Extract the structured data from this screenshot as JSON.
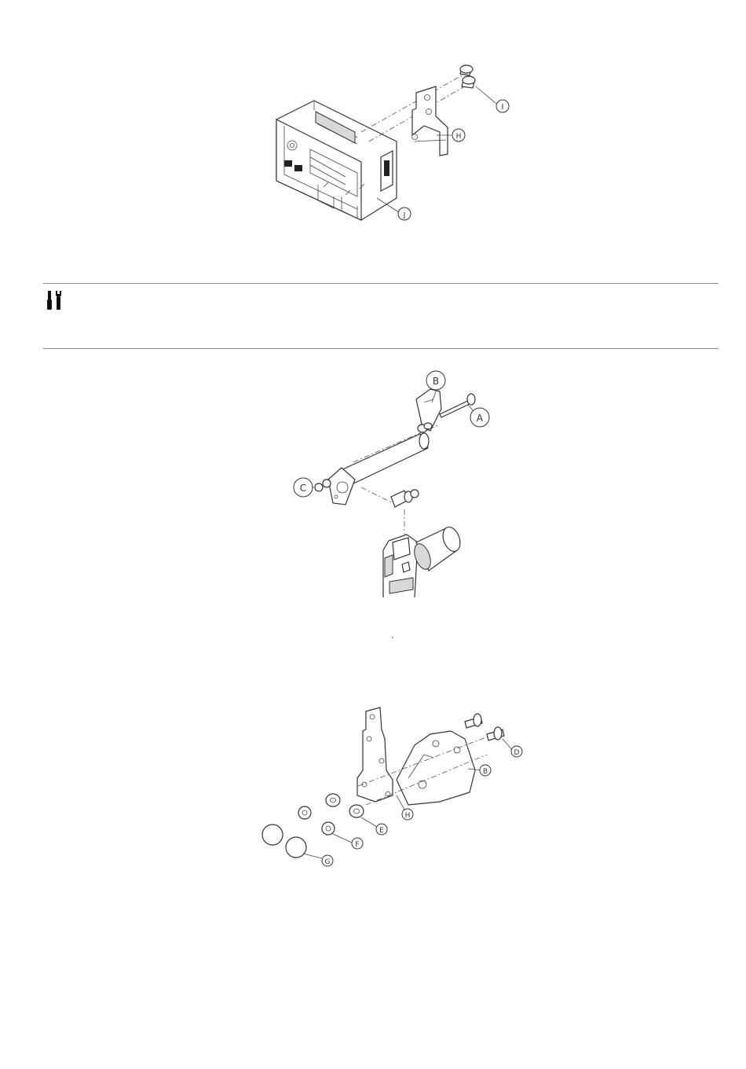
{
  "figure1": {
    "callouts": {
      "h": "H",
      "i": "I",
      "j": "J"
    }
  },
  "figure2": {
    "callouts": {
      "a": "A",
      "b": "B",
      "c": "C"
    }
  },
  "figure3": {
    "callouts": {
      "b": "B",
      "d": "D",
      "e": "E",
      "f": "F",
      "g": "G",
      "h": "H"
    }
  },
  "icons": {
    "tool": "tools-icon"
  }
}
